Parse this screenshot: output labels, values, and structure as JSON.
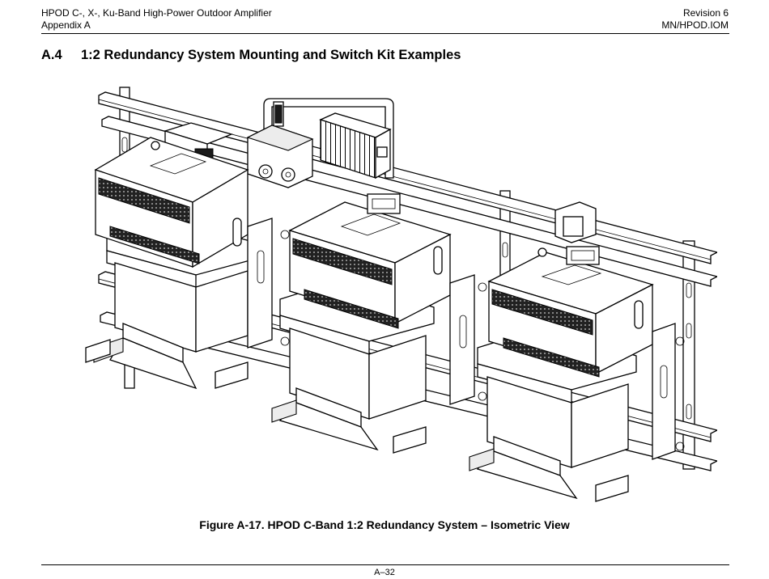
{
  "header": {
    "left_line1": "HPOD C-, X-, Ku-Band High-Power Outdoor Amplifier",
    "left_line2": "Appendix A",
    "right_line1": "Revision 6",
    "right_line2": "MN/HPOD.IOM"
  },
  "section": {
    "number": "A.4",
    "title": "1:2 Redundancy System Mounting and Switch Kit Examples"
  },
  "figure": {
    "caption": "Figure A-17. HPOD C-Band 1:2 Redundancy System – Isometric View"
  },
  "footer": {
    "page_number": "A–32"
  }
}
